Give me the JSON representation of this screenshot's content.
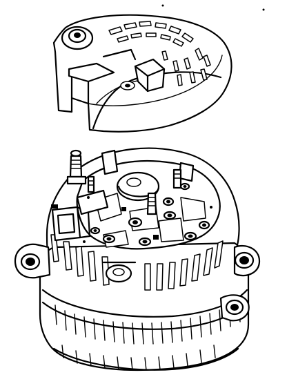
{
  "figure": {
    "background": "#ffffff",
    "stroke": "#000000",
    "parts": [
      "rear-cover",
      "alternator-body",
      "rectifier-assembly",
      "terminal-stud",
      "connector-plug",
      "mounting-ear",
      "stator-fins",
      "front-pulley-housing"
    ]
  }
}
